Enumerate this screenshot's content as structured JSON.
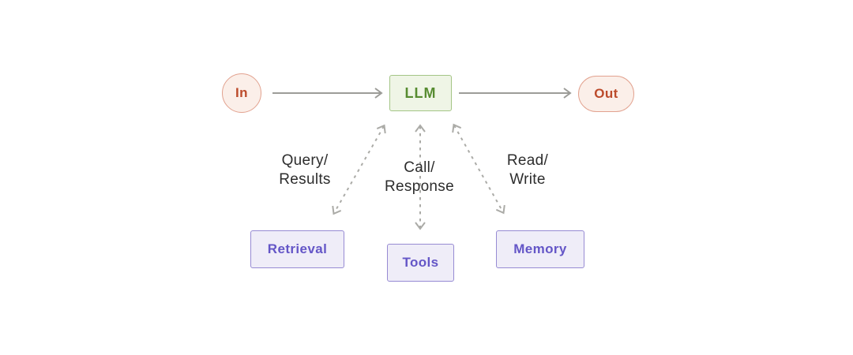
{
  "diagram": {
    "nodes": {
      "in": {
        "label": "In"
      },
      "llm": {
        "label": "LLM"
      },
      "out": {
        "label": "Out"
      },
      "retrieval": {
        "label": "Retrieval"
      },
      "tools": {
        "label": "Tools"
      },
      "memory": {
        "label": "Memory"
      }
    },
    "edges": {
      "in_to_llm": {
        "type": "solid-arrow",
        "from": "in",
        "to": "llm"
      },
      "llm_to_out": {
        "type": "solid-arrow",
        "from": "llm",
        "to": "out"
      },
      "retrieval": {
        "type": "dashed-double-arrow",
        "label_line1": "Query/",
        "label_line2": "Results"
      },
      "tools": {
        "type": "dashed-double-arrow",
        "label_line1": "Call/",
        "label_line2": "Response"
      },
      "memory": {
        "type": "dashed-double-arrow",
        "label_line1": "Read/",
        "label_line2": "Write"
      }
    },
    "colors": {
      "background": "#ffffff",
      "terminal_fill": "#fbefe9",
      "terminal_border": "#e2a28f",
      "terminal_text": "#bc4b2b",
      "llm_fill": "#eff5e6",
      "llm_border": "#a4c586",
      "llm_text": "#578c31",
      "module_fill": "#efedf8",
      "module_border": "#978bd3",
      "module_text": "#6456c7",
      "arrow_solid": "#9c9c98",
      "arrow_dashed": "#ababa7",
      "label_text": "#2d2d2d"
    }
  }
}
